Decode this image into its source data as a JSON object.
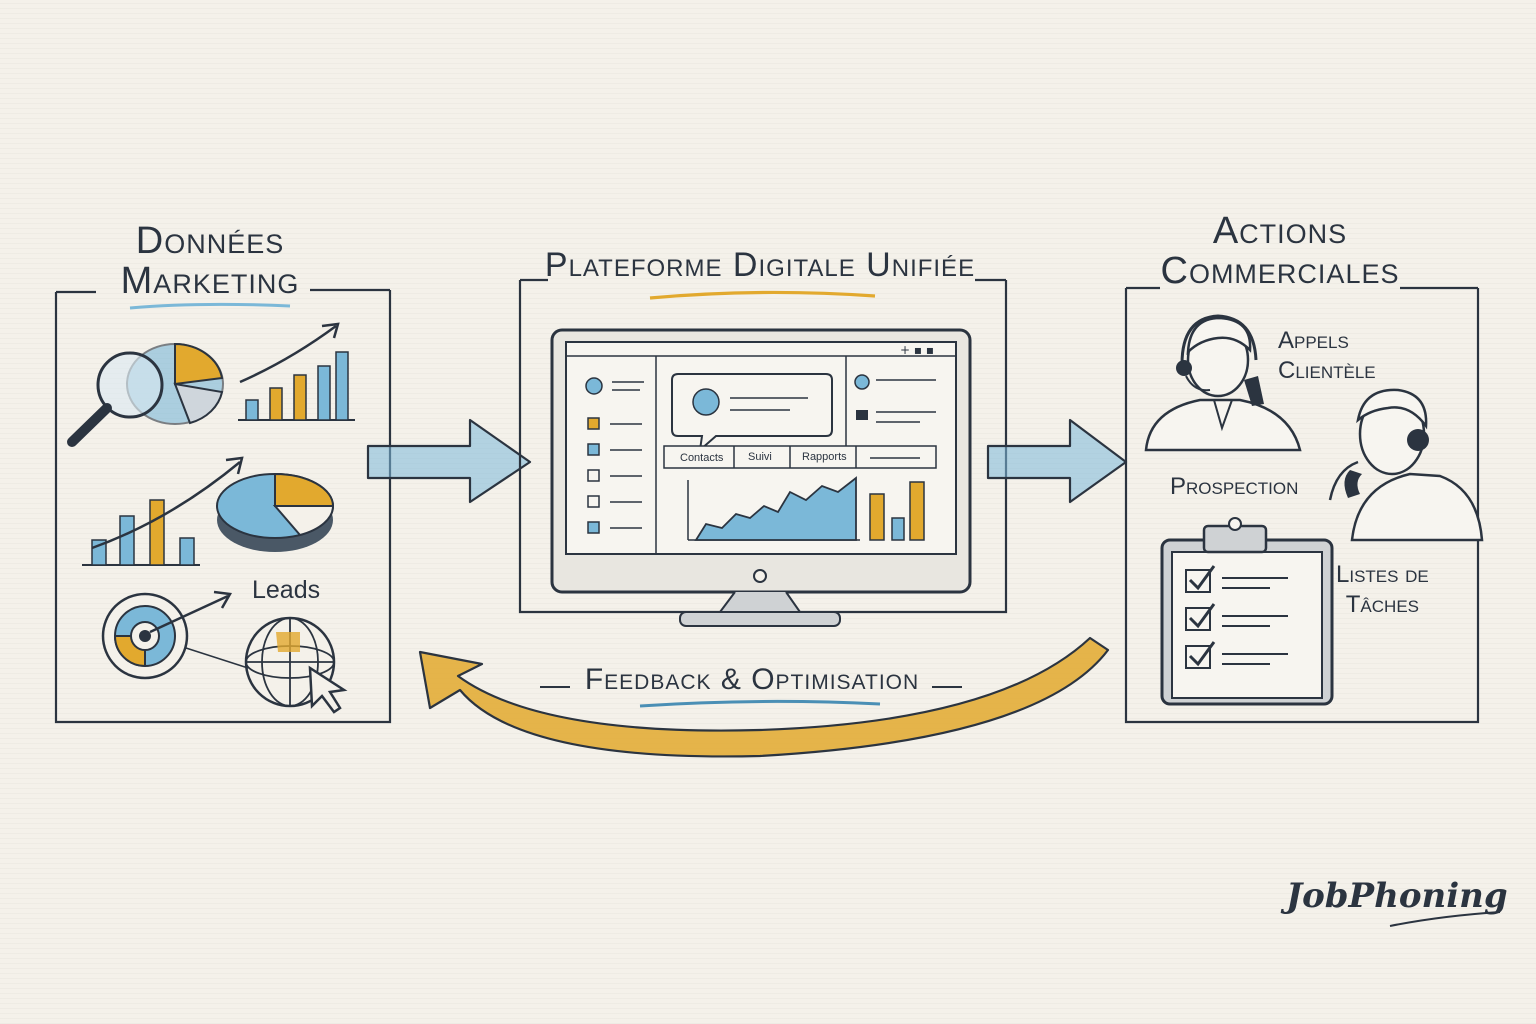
{
  "sections": {
    "marketing": {
      "title_line1": "Données",
      "title_line2": "Marketing",
      "leads_label": "Leads"
    },
    "platform": {
      "title": "Plateforme Digitale Unifiée",
      "tabs": [
        "Contacts",
        "Suivi",
        "Rapports"
      ]
    },
    "commercial": {
      "title_line1": "Actions",
      "title_line2": "Commerciales",
      "calls_label_line1": "Appels",
      "calls_label_line2": "Clientèle",
      "prospection_label": "Prospection",
      "tasks_label_line1": "Listes de",
      "tasks_label_line2": "Tâches"
    }
  },
  "feedback": {
    "label": "Feedback & Optimisation"
  },
  "brand": {
    "name": "JobPhoning"
  },
  "colors": {
    "ink": "#2b3440",
    "blue": "#7bb8d8",
    "gold": "#e2a92e",
    "paper": "#f4f1ea"
  }
}
